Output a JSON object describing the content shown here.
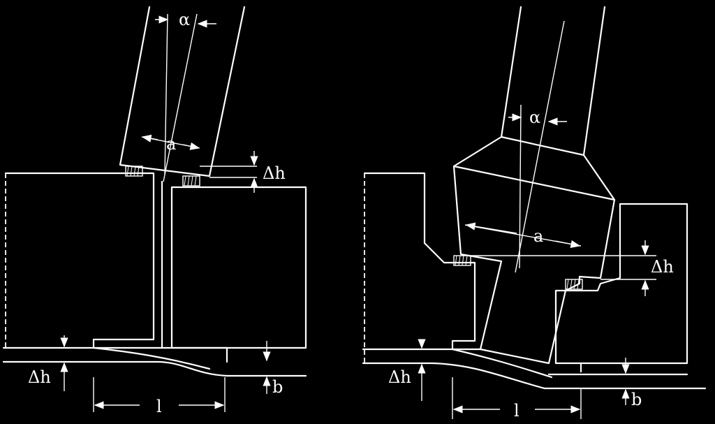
{
  "labels": {
    "left_alpha": "α",
    "left_a": "a",
    "left_delta_h_top": "Δh",
    "left_delta_h_bottom": "Δh",
    "left_b": "b",
    "left_l": "l",
    "right_alpha": "α",
    "right_a": "a",
    "right_delta_h_top": "Δh",
    "right_delta_h_bottom": "Δh",
    "right_b": "b",
    "right_l": "l"
  },
  "colors": {
    "background": "#000000",
    "lines": "#ffffff"
  }
}
